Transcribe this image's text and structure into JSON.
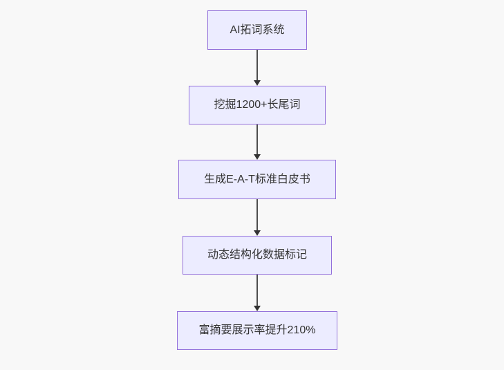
{
  "diagram": {
    "type": "flowchart",
    "direction": "top-down",
    "nodes": [
      {
        "label": "AI拓词系统"
      },
      {
        "label": "挖掘1200+长尾词"
      },
      {
        "label": "生成E-A-T标准白皮书"
      },
      {
        "label": "动态结构化数据标记"
      },
      {
        "label": "富摘要展示率提升210%"
      }
    ],
    "edges": [
      {
        "from": 0,
        "to": 1
      },
      {
        "from": 1,
        "to": 2
      },
      {
        "from": 2,
        "to": 3
      },
      {
        "from": 3,
        "to": 4
      }
    ],
    "colors": {
      "background": "#f8f8f8",
      "node_fill": "#ececff",
      "node_border": "#9370db",
      "edge_line": "#4d4d4d",
      "arrowhead": "#333333",
      "text": "#333333"
    }
  }
}
